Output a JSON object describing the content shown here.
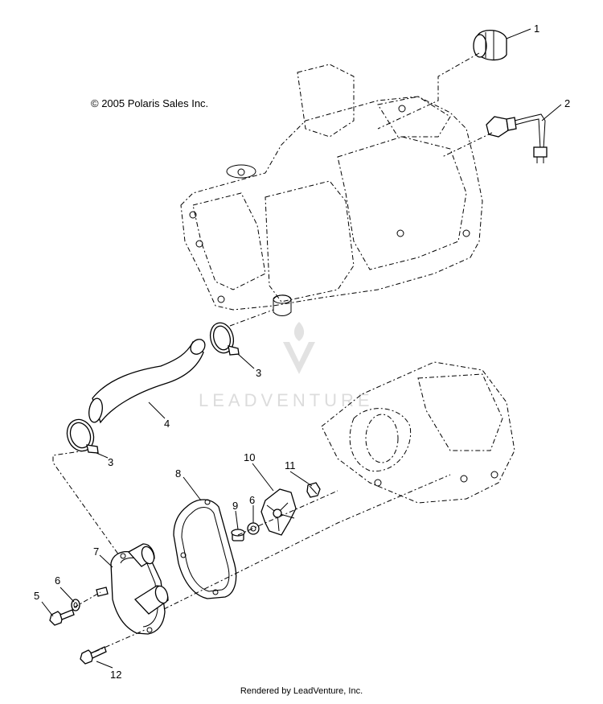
{
  "copyright": "© 2005 Polaris Sales Inc.",
  "footer": "Rendered by LeadVenture, Inc.",
  "watermark": "LEADVENTURE",
  "callouts": [
    "1",
    "2",
    "3",
    "4",
    "3",
    "5",
    "6",
    "7",
    "8",
    "9",
    "6",
    "10",
    "11",
    "12"
  ]
}
